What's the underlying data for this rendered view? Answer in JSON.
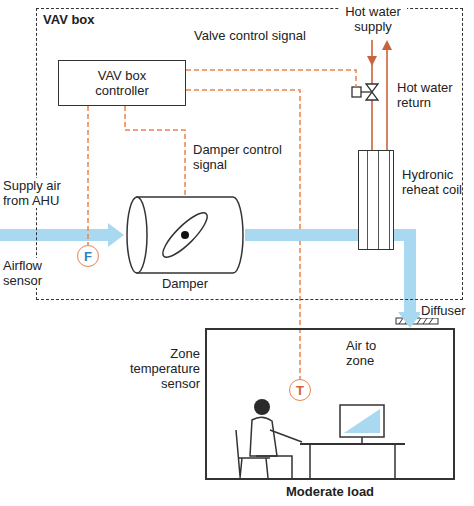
{
  "diagram": {
    "nodes": [
      {
        "text": [
          "VAV box"
        ]
      },
      {
        "text": [
          "VAV box controller"
        ],
        "in": 0
      },
      {
        "text": [
          "F",
          "Airflow sensor"
        ],
        "in": 0
      },
      {
        "text": [
          "Damper"
        ],
        "in": 0
      },
      {
        "text": [
          "Hydronic reheat coil"
        ],
        "in": 0
      },
      {
        "text": [
          "Moderate load"
        ]
      },
      {
        "text": [
          "T",
          "Zone temperature sensor"
        ],
        "in": 5
      }
    ],
    "edges": [
      {
        "from": 1,
        "to": 2,
        "arrow": "none"
      },
      {
        "from": 1,
        "to": 3,
        "label": "Damper control signal",
        "arrow": "none"
      },
      {
        "from": 1,
        "to": 6,
        "arrow": "none"
      },
      {
        "from": 3,
        "to": 4,
        "arrow": "none"
      },
      {
        "from": 4,
        "to": 5,
        "arrow": "to"
      }
    ],
    "labels": [
      "Supply air from AHU",
      "Valve control signal",
      "Hot water supply",
      "Hot water return",
      "Diffuser",
      "Air to zone"
    ]
  }
}
